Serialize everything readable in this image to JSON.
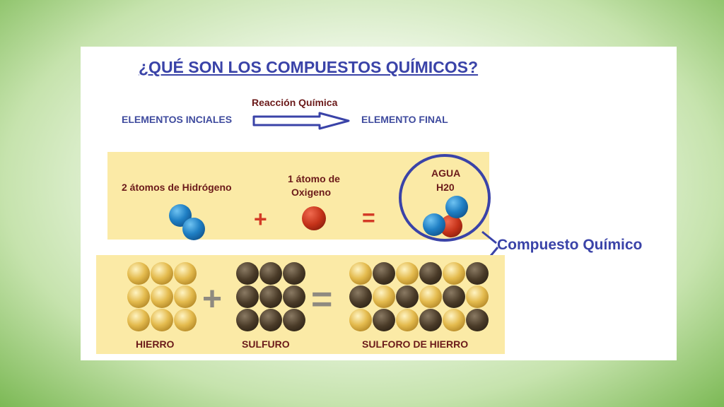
{
  "title": "¿QUÉ SON LOS COMPUESTOS QUÍMICOS?",
  "reaction": {
    "label": "Reacción Química",
    "left": "ELEMENTOS INCIALES",
    "right": "ELEMENTO FINAL"
  },
  "water": {
    "hydrogen_label": "2 átomos de Hidrógeno",
    "oxygen_label_1": "1 átomo de",
    "oxygen_label_2": "Oxigeno",
    "product_label_1": "AGUA",
    "product_label_2": "H20",
    "plus": "+",
    "equals": "="
  },
  "compound_label": "Compuesto Químico",
  "iron": {
    "iron_label": "HIERRO",
    "sulfur_label": "SULFURO",
    "product_label": "SULFORO DE HIERRO",
    "plus": "+",
    "equals": "="
  },
  "colors": {
    "title": "#3a43a8",
    "panel": "#fbeaa6",
    "hydrogen": "#1f7fc4",
    "oxygen": "#c43219",
    "iron": "#e4bb4e",
    "sulfur": "#4a3b28",
    "plus_water": "#d33b26"
  }
}
